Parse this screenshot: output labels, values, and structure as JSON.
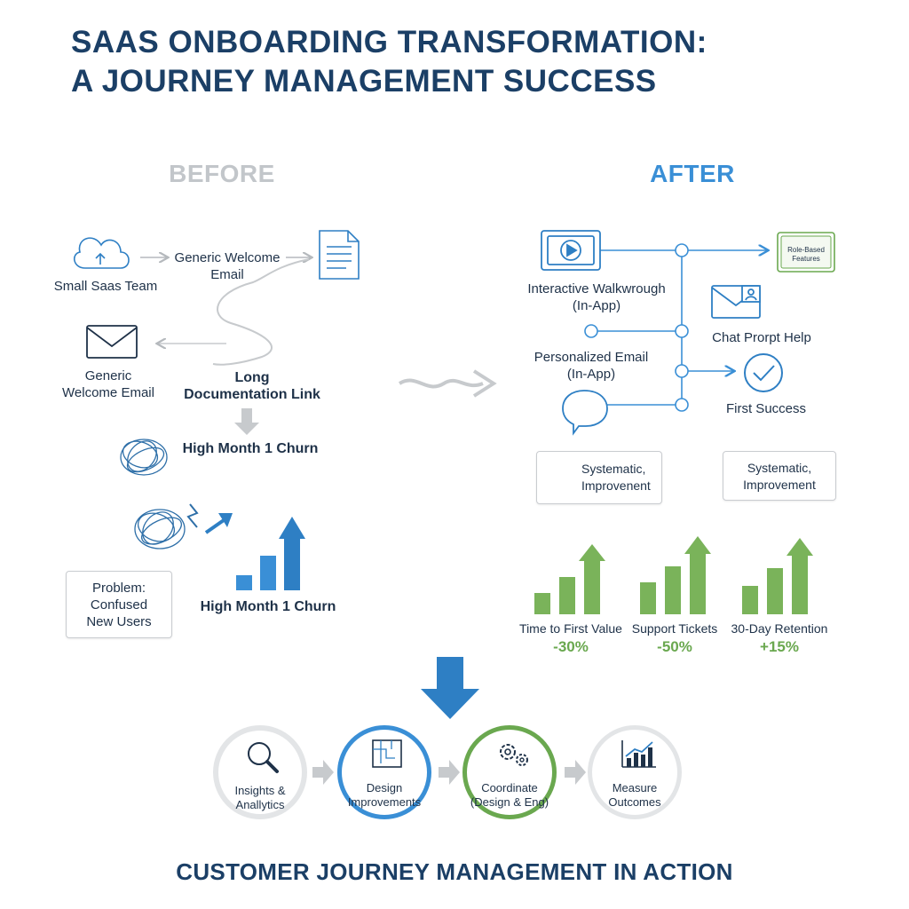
{
  "title": {
    "line1": "SAAS ONBOARDING TRANSFORMATION:",
    "line2": "A JOURNEY MANAGEMENT SUCCESS"
  },
  "before": {
    "heading": "BEFORE",
    "team_label": "Small Saas Team",
    "welcome_email_top": "Generic Welcome\nEmail",
    "welcome_email_left": "Generic\nWelcome Email",
    "doc_link": "Long\nDocumentation Link",
    "churn_1": "High Month 1 Churn",
    "churn_2": "High Month 1 Churn",
    "problem": "Problem:\nConfused\nNew Users"
  },
  "after": {
    "heading": "AFTER",
    "walkthrough": "Interactive Walkwrough\n(In-App)",
    "role_based": "Role-Based\nFeatures",
    "chat_help": "Chat Prorpt Help",
    "personalized_email": "Personalized Email\n(In-App)",
    "first_success": "First Success",
    "systematic_1": "Systematic,\nImprovenent",
    "systematic_2": "Systematic,\nImprovement",
    "metrics": [
      {
        "label": "Time to First Value",
        "value": "-30%"
      },
      {
        "label": "Support Tickets",
        "value": "-50%"
      },
      {
        "label": "30-Day Retention",
        "value": "+15%"
      }
    ]
  },
  "steps": [
    {
      "label": "Insights &\nAnallytics",
      "icon": "magnifier-icon"
    },
    {
      "label": "Design\nImprovements",
      "icon": "blueprint-icon"
    },
    {
      "label": "Coordinate\n(Design & Eng)",
      "icon": "gears-icon"
    },
    {
      "label": "Measure\nOutcomes",
      "icon": "chart-icon"
    }
  ],
  "footer": "CUSTOMER JOURNEY MANAGEMENT IN ACTION",
  "colors": {
    "navy": "#1b3f66",
    "blue": "#3a8fd6",
    "green": "#6aa84f",
    "grey": "#c2c6ca"
  }
}
